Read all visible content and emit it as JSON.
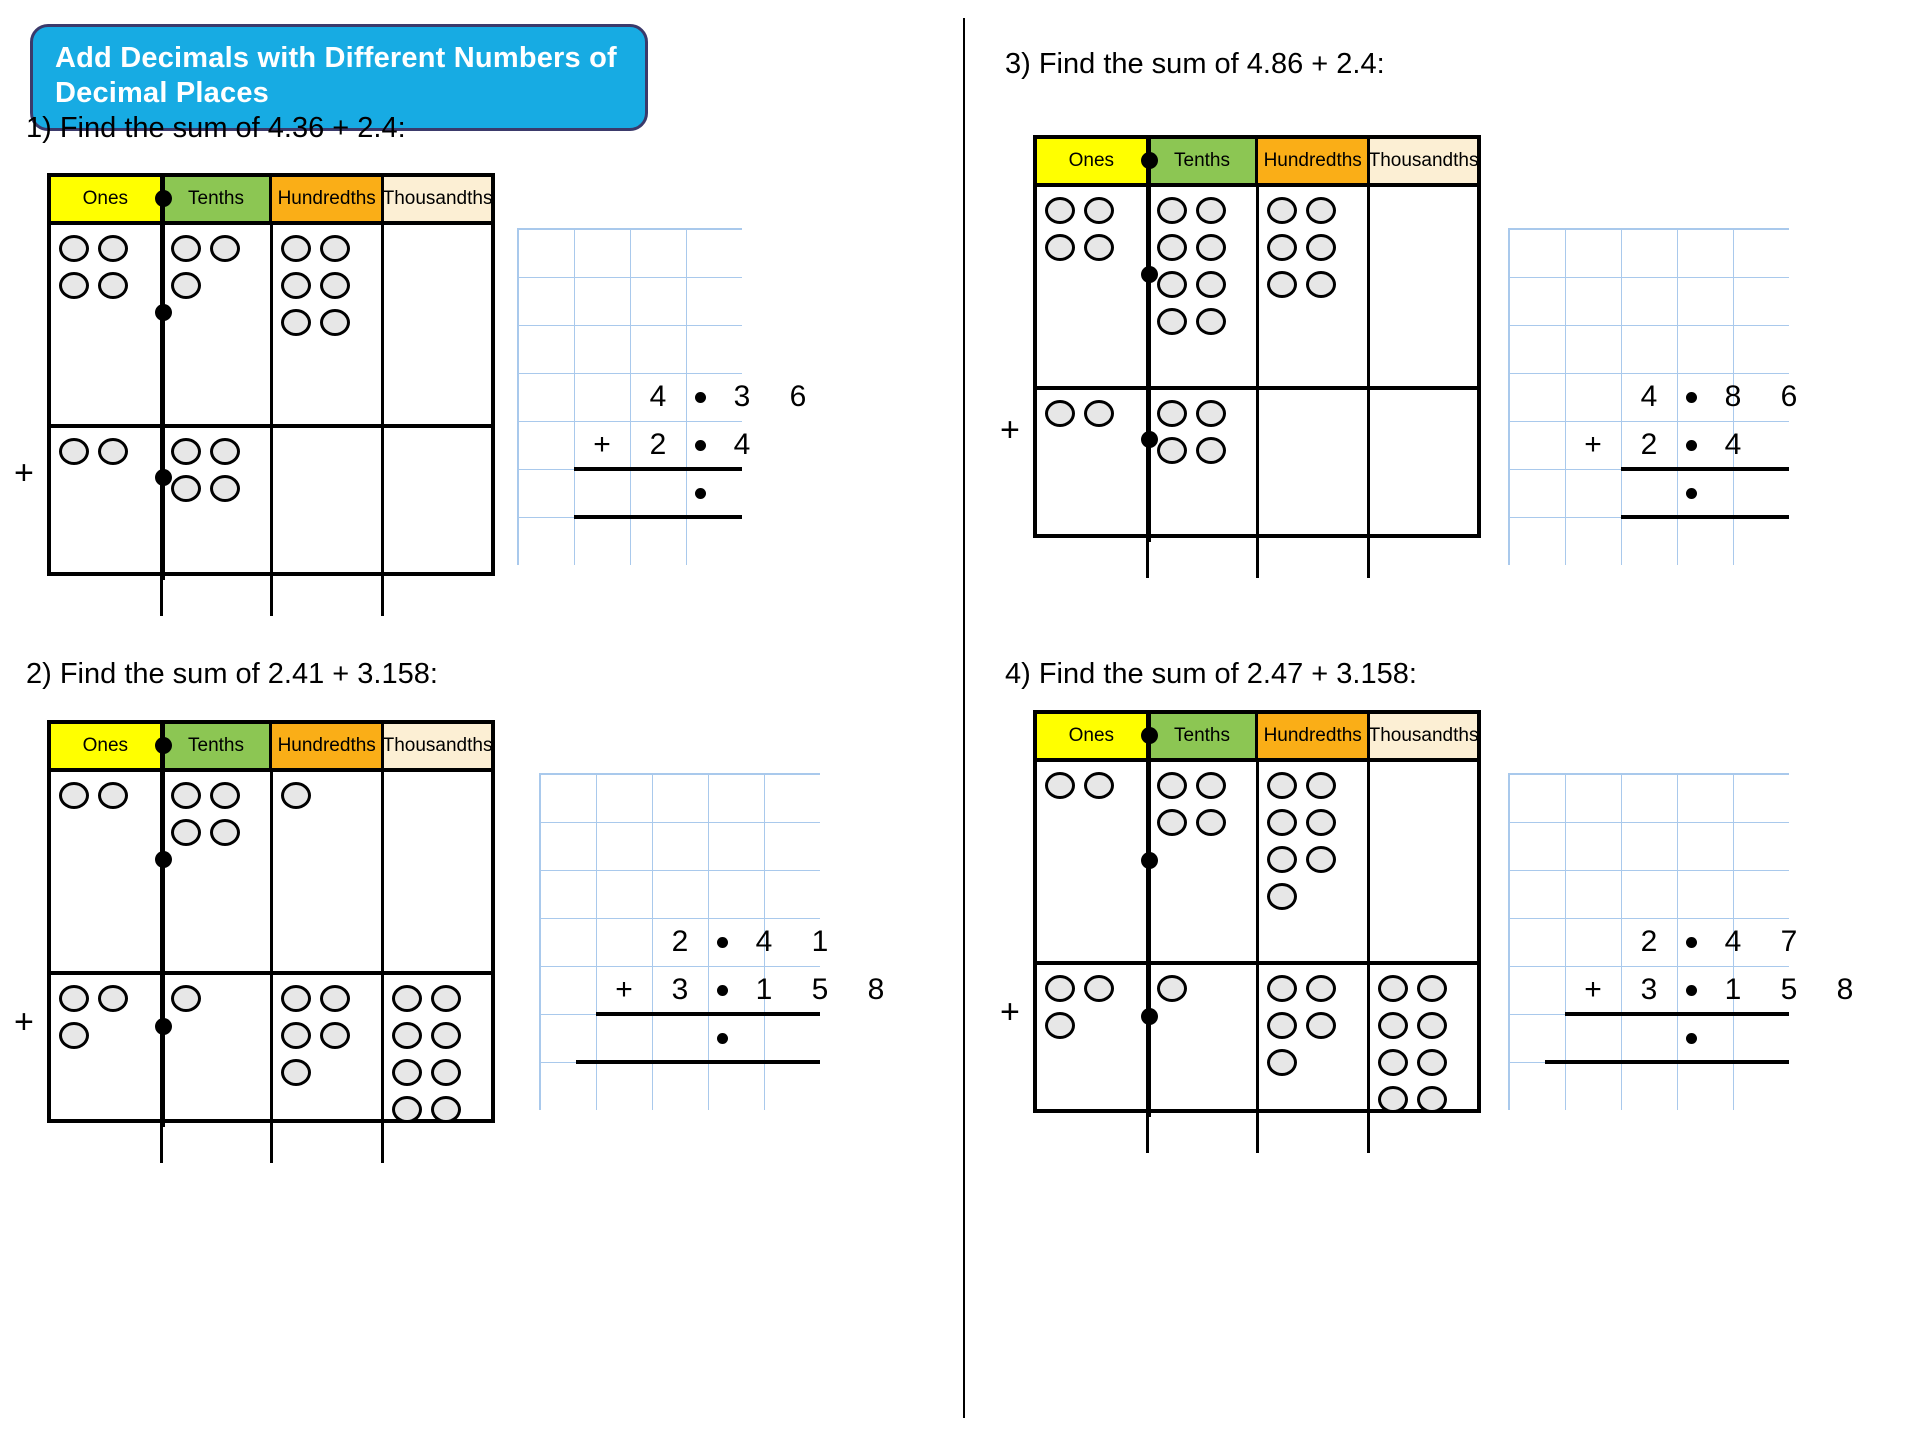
{
  "title": "Add Decimals with Different Numbers of Decimal Places",
  "columns": [
    "Ones",
    "Tenths",
    "Hundredths",
    "Thousandths"
  ],
  "colors": {
    "banner_fill": "#17ABE3",
    "banner_border": "#3B3A6B",
    "ones": "#FFFF00",
    "tenths": "#8CC653",
    "hundredths": "#FAAE17",
    "thousandths": "#FCEFD4",
    "counter_fill": "#E7E7E7",
    "grid_line": "#A9C9EC"
  },
  "plus_label": "+",
  "decimal_point": "•",
  "problems": [
    {
      "number": "1)",
      "prompt": "1) Find the sum of 4.36 + 2.4:",
      "addend1": {
        "ones": 4,
        "tenths": 3,
        "hundredths": 6,
        "thousandths": 0
      },
      "addend2": {
        "ones": 2,
        "tenths": 4,
        "hundredths": 0,
        "thousandths": 0
      },
      "calc": {
        "row1": [
          "",
          "",
          "4",
          "•",
          "3",
          "6"
        ],
        "row2": [
          "",
          "+",
          "2",
          "•",
          "4",
          ""
        ],
        "answer": [
          "",
          "",
          "",
          "•",
          "",
          ""
        ]
      }
    },
    {
      "number": "2)",
      "prompt": "2) Find the sum of 2.41 + 3.158:",
      "addend1": {
        "ones": 2,
        "tenths": 4,
        "hundredths": 1,
        "thousandths": 0
      },
      "addend2": {
        "ones": 3,
        "tenths": 1,
        "hundredths": 5,
        "thousandths": 8
      },
      "calc": {
        "row1": [
          "",
          "",
          "2",
          "•",
          "4",
          "1",
          ""
        ],
        "row2": [
          "",
          "+",
          "3",
          "•",
          "1",
          "5",
          "8"
        ],
        "answer": [
          "",
          "",
          "",
          "•",
          "",
          "",
          ""
        ]
      }
    },
    {
      "number": "3)",
      "prompt": "3) Find the sum of 4.86 + 2.4:",
      "addend1": {
        "ones": 4,
        "tenths": 8,
        "hundredths": 6,
        "thousandths": 0
      },
      "addend2": {
        "ones": 2,
        "tenths": 4,
        "hundredths": 0,
        "thousandths": 0
      },
      "calc": {
        "row1": [
          "",
          "",
          "4",
          "•",
          "8",
          "6"
        ],
        "row2": [
          "",
          "+",
          "2",
          "•",
          "4",
          ""
        ],
        "answer": [
          "",
          "",
          "",
          "•",
          "",
          ""
        ]
      }
    },
    {
      "number": "4)",
      "prompt": "4) Find the sum of 2.47 + 3.158:",
      "addend1": {
        "ones": 2,
        "tenths": 4,
        "hundredths": 7,
        "thousandths": 0
      },
      "addend2": {
        "ones": 3,
        "tenths": 1,
        "hundredths": 5,
        "thousandths": 8
      },
      "calc": {
        "row1": [
          "",
          "",
          "2",
          "•",
          "4",
          "7",
          ""
        ],
        "row2": [
          "",
          "+",
          "3",
          "•",
          "1",
          "5",
          "8"
        ],
        "answer": [
          "",
          "",
          "",
          "•",
          "",
          "",
          ""
        ]
      }
    }
  ]
}
